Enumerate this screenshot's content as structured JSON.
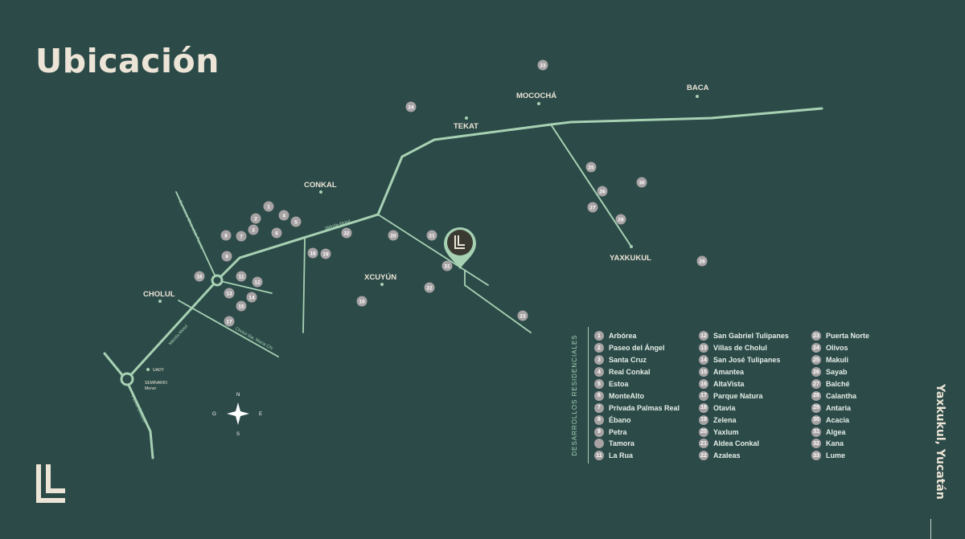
{
  "page": {
    "title": "Ubicación",
    "side_title": "Yaxkukul, Yucatán"
  },
  "colors": {
    "background": "#2b4a48",
    "road": "#a7d1b3",
    "marker": "#a7a2a4",
    "title": "#ece4d6",
    "pin": "#3a3a33"
  },
  "places": [
    {
      "id": "conkal",
      "label": "CONKAL"
    },
    {
      "id": "mococha",
      "label": "MOCOCHÁ"
    },
    {
      "id": "baca",
      "label": "BACA"
    },
    {
      "id": "tekat",
      "label": "TEKAT"
    },
    {
      "id": "yaxkukul",
      "label": "YAXKUKUL"
    },
    {
      "id": "xcuyun",
      "label": "XCUYÚN"
    },
    {
      "id": "cholul",
      "label": "CHOLUL"
    }
  ],
  "small_labels": {
    "uady": "UADY",
    "seminario": "SEMINARIO",
    "menor": "Menor"
  },
  "road_labels": {
    "merida_motul_1": "Mérida-Motul",
    "merida_motul_2": "Mérida-Motul",
    "carretera_chicxulub": "Carretera Chicxulub Puerto",
    "cholul_santa_maria": "Cholul-Sta. María Chi",
    "periferico": "PERIFÉRICO"
  },
  "compass": {
    "n": "N",
    "s": "S",
    "e": "E",
    "o": "O",
    "icon": "compass-star-icon"
  },
  "pin_icon": "brand-pin-icon",
  "logo_icon": "brand-logo-icon",
  "legend": {
    "title": "DESARROLLOS RESIDENCIALES",
    "items": [
      {
        "num": "1",
        "name": "Arbórea"
      },
      {
        "num": "2",
        "name": "Paseo del Ángel"
      },
      {
        "num": "3",
        "name": "Santa Cruz"
      },
      {
        "num": "4",
        "name": "Real Conkal"
      },
      {
        "num": "5",
        "name": "Estoa"
      },
      {
        "num": "6",
        "name": "MonteAlto"
      },
      {
        "num": "7",
        "name": "Privada Palmas Real"
      },
      {
        "num": "8",
        "name": "Ébano"
      },
      {
        "num": "9",
        "name": "Petra"
      },
      {
        "num": "",
        "name": "Tamora"
      },
      {
        "num": "11",
        "name": "La Rua"
      },
      {
        "num": "12",
        "name": "San Gabriel Tulipanes"
      },
      {
        "num": "13",
        "name": "Villas de Cholul"
      },
      {
        "num": "14",
        "name": "San José Tulipanes"
      },
      {
        "num": "15",
        "name": "Amantea"
      },
      {
        "num": "16",
        "name": "AltaVista"
      },
      {
        "num": "17",
        "name": "Parque Natura"
      },
      {
        "num": "18",
        "name": "Otavia"
      },
      {
        "num": "19",
        "name": "Zelena"
      },
      {
        "num": "20",
        "name": "Yaxlum"
      },
      {
        "num": "21",
        "name": "Aldea Conkal"
      },
      {
        "num": "22",
        "name": "Azaleas"
      },
      {
        "num": "23",
        "name": "Puerta Norte"
      },
      {
        "num": "24",
        "name": "Olivos"
      },
      {
        "num": "25",
        "name": "Makuli"
      },
      {
        "num": "26",
        "name": "Sayab"
      },
      {
        "num": "27",
        "name": "Balché"
      },
      {
        "num": "28",
        "name": "Calantha"
      },
      {
        "num": "29",
        "name": "Antaria"
      },
      {
        "num": "30",
        "name": "Acacia"
      },
      {
        "num": "31",
        "name": "Algea"
      },
      {
        "num": "32",
        "name": "Kana"
      },
      {
        "num": "33",
        "name": "Lume"
      }
    ]
  },
  "markers": [
    {
      "num": "1"
    },
    {
      "num": "2"
    },
    {
      "num": "3"
    },
    {
      "num": "4"
    },
    {
      "num": "5"
    },
    {
      "num": "6"
    },
    {
      "num": "7"
    },
    {
      "num": "8"
    },
    {
      "num": "9"
    },
    {
      "num": "10"
    },
    {
      "num": "11"
    },
    {
      "num": "12"
    },
    {
      "num": "13"
    },
    {
      "num": "14"
    },
    {
      "num": "15"
    },
    {
      "num": "16"
    },
    {
      "num": "17"
    },
    {
      "num": "18"
    },
    {
      "num": "19"
    },
    {
      "num": "20"
    },
    {
      "num": "21"
    },
    {
      "num": "22"
    },
    {
      "num": "23"
    },
    {
      "num": "24"
    },
    {
      "num": "25"
    },
    {
      "num": "26"
    },
    {
      "num": "27"
    },
    {
      "num": "28"
    },
    {
      "num": "29"
    },
    {
      "num": "30"
    },
    {
      "num": "31"
    },
    {
      "num": "32"
    },
    {
      "num": "33"
    }
  ]
}
